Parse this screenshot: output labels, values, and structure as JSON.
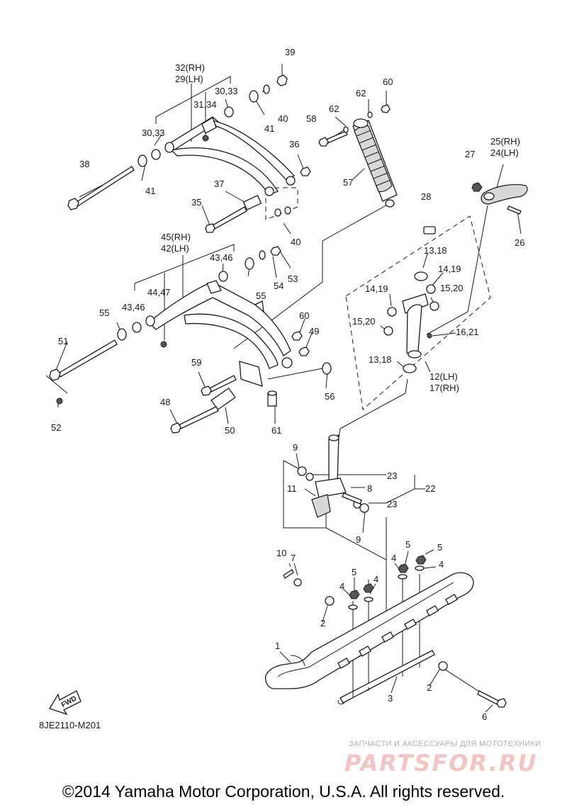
{
  "diagram_code": "8JE2110-M201",
  "fwd_label": "FWD",
  "copyright": "©2014 Yamaha Motor Corporation, U.S.A. All rights reserved.",
  "watermark": {
    "tagline": "ЗАПЧАСТИ И АКСЕССУАРЫ ДЛЯ МОТОТЕХНИКИ",
    "logo": "PARTSFOR.RU"
  },
  "callouts": [
    {
      "text": "39"
    },
    {
      "text": "32(RH)"
    },
    {
      "text": "29(LH)"
    },
    {
      "text": "30,33"
    },
    {
      "text": "31,34"
    },
    {
      "text": "30,33"
    },
    {
      "text": "40"
    },
    {
      "text": "41"
    },
    {
      "text": "62"
    },
    {
      "text": "60"
    },
    {
      "text": "58"
    },
    {
      "text": "62"
    },
    {
      "text": "36"
    },
    {
      "text": "38"
    },
    {
      "text": "41"
    },
    {
      "text": "37"
    },
    {
      "text": "35"
    },
    {
      "text": "57"
    },
    {
      "text": "40"
    },
    {
      "text": "27"
    },
    {
      "text": "25(RH)"
    },
    {
      "text": "24(LH)"
    },
    {
      "text": "28"
    },
    {
      "text": "26"
    },
    {
      "text": "45(RH)"
    },
    {
      "text": "42(LH)"
    },
    {
      "text": "43,46"
    },
    {
      "text": "53"
    },
    {
      "text": "54"
    },
    {
      "text": "55"
    },
    {
      "text": "44,47"
    },
    {
      "text": "13,18"
    },
    {
      "text": "14,19"
    },
    {
      "text": "14,19"
    },
    {
      "text": "15,20"
    },
    {
      "text": "43,46"
    },
    {
      "text": "55"
    },
    {
      "text": "60"
    },
    {
      "text": "15,20"
    },
    {
      "text": "16,21"
    },
    {
      "text": "49"
    },
    {
      "text": "51"
    },
    {
      "text": "13,18"
    },
    {
      "text": "12(LH)"
    },
    {
      "text": "17(RH)"
    },
    {
      "text": "59"
    },
    {
      "text": "56"
    },
    {
      "text": "52"
    },
    {
      "text": "48"
    },
    {
      "text": "50"
    },
    {
      "text": "61"
    },
    {
      "text": "9"
    },
    {
      "text": "23"
    },
    {
      "text": "11"
    },
    {
      "text": "8"
    },
    {
      "text": "22"
    },
    {
      "text": "23"
    },
    {
      "text": "9"
    },
    {
      "text": "10"
    },
    {
      "text": "7"
    },
    {
      "text": "5"
    },
    {
      "text": "5"
    },
    {
      "text": "4"
    },
    {
      "text": "4"
    },
    {
      "text": "5"
    },
    {
      "text": "4"
    },
    {
      "text": "4"
    },
    {
      "text": "2"
    },
    {
      "text": "1"
    },
    {
      "text": "2"
    },
    {
      "text": "3"
    },
    {
      "text": "6"
    }
  ]
}
